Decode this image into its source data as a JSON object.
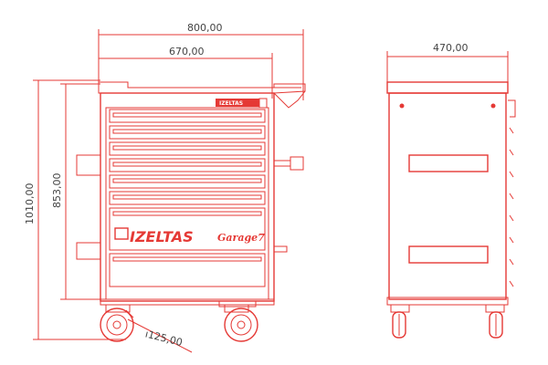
{
  "dimensions": {
    "overall_width": "800,00",
    "inner_width": "670,00",
    "overall_height": "1010,00",
    "body_height": "853,00",
    "side_depth": "470,00",
    "wheel_diameter": "ı125,00"
  },
  "front_view": {
    "brand": "IZELTAS",
    "brand_sub": "Garage7",
    "badge_text": "IZELTAS"
  },
  "colors": {
    "line": "#e53935",
    "text": "#444444"
  }
}
